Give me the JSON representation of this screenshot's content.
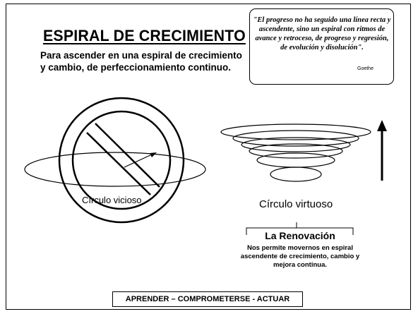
{
  "title": "ESPIRAL DE CRECIMIENTO",
  "subtitle": "Para ascender en una espiral de crecimiento y cambio, de perfeccionamiento continuo.",
  "quote": {
    "text": "\"El progreso no ha seguido una línea recta y ascendente, sino un espiral con ritmos de avance y retroceso, de progreso y regresión, de evolución y disolución\".",
    "author": "Goethe"
  },
  "circles": {
    "vicioso_label": "Círculo vicioso",
    "virtuoso_label": "Círculo virtuoso"
  },
  "renovacion": {
    "title": "La Renovación",
    "text": "Nos permite movernos en espiral ascendente de crecimiento, cambio y mejora continua."
  },
  "footer": "APRENDER – COMPROMETERSE - ACTUAR"
}
